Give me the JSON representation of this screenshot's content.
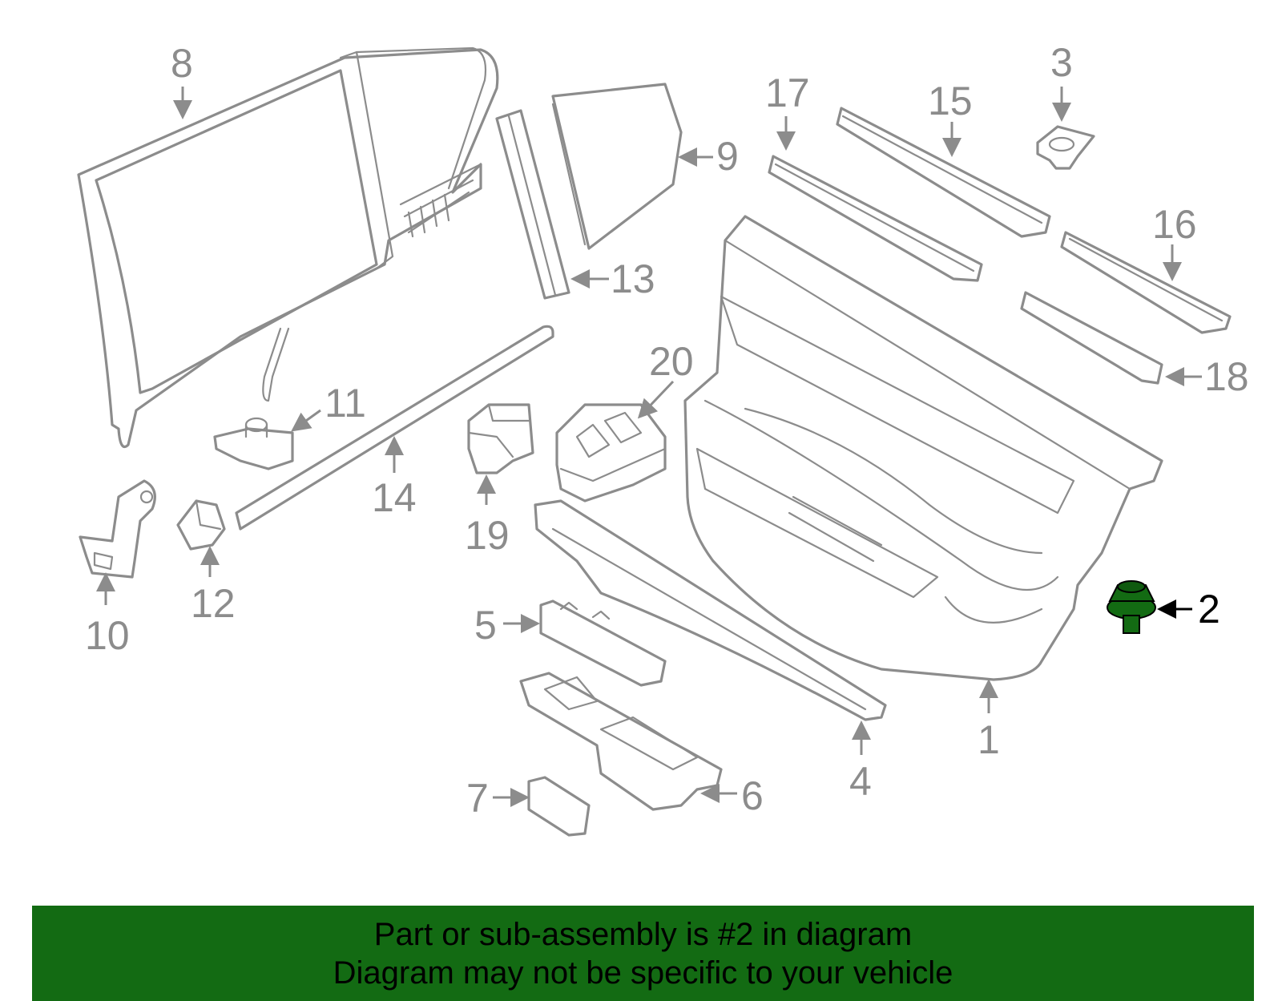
{
  "diagram": {
    "highlight_color": "#136b13",
    "line_color": "#8c8c8c",
    "highlighted_part": "2",
    "callouts": {
      "c1": "1",
      "c2": "2",
      "c3": "3",
      "c4": "4",
      "c5": "5",
      "c6": "6",
      "c7": "7",
      "c8": "8",
      "c9": "9",
      "c10": "10",
      "c11": "11",
      "c12": "12",
      "c13": "13",
      "c14": "14",
      "c15": "15",
      "c16": "16",
      "c17": "17",
      "c18": "18",
      "c19": "19",
      "c20": "20"
    }
  },
  "banner": {
    "line1": "Part or sub-assembly is #2 in diagram",
    "line2": "Diagram may not be specific to your vehicle",
    "background": "#136b13"
  }
}
